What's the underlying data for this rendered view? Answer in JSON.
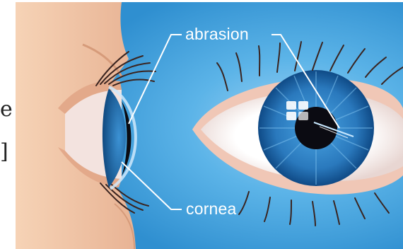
{
  "edge_glyphs": {
    "upper": "e",
    "lower": "]"
  },
  "labels": {
    "abrasion": "abrasion",
    "cornea": "cornea"
  },
  "colors": {
    "background": "#3b9ad6",
    "skin": "#f0c4a4",
    "iris": "#1c75b8",
    "pupil": "#0b0b12",
    "sclera": "#ffffff",
    "callout": "#ffffff"
  }
}
